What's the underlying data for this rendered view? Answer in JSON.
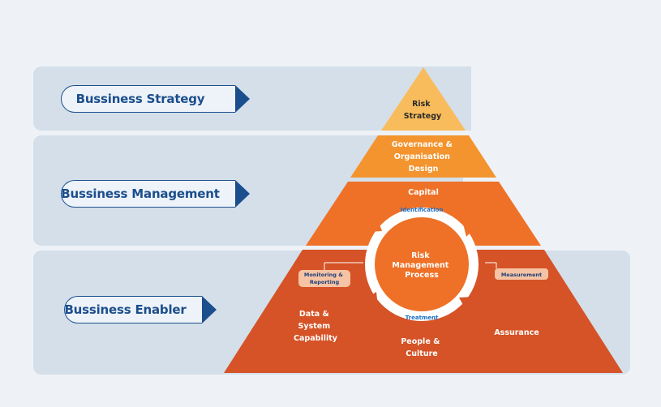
{
  "left_labels": {
    "strategy": "Bussiness Strategy",
    "management": "Bussiness Management",
    "enabler": "Bussiness Enabler"
  },
  "pyramid": {
    "top": [
      "Risk",
      "Strategy"
    ],
    "governance": [
      "Governance &",
      "Organisation",
      "Design"
    ],
    "capital": "Capital",
    "data_system": [
      "Data &",
      "System",
      "Capability"
    ],
    "people": [
      "People &",
      "Culture"
    ],
    "assurance": "Assurance"
  },
  "cycle": {
    "center": [
      "Risk",
      "Management",
      "Process"
    ],
    "identification": "Identification",
    "measurement": "Measurement",
    "monitoring": [
      "Monitoring &",
      "Reporting"
    ],
    "treatment": "Treatment"
  },
  "colors": {
    "band": "#d4dfea",
    "accent_blue": "#1b4e8c",
    "tier1": "#f8bc5c",
    "tier2": "#f3942e",
    "tier3": "#ee7127",
    "tier4": "#d55326"
  }
}
